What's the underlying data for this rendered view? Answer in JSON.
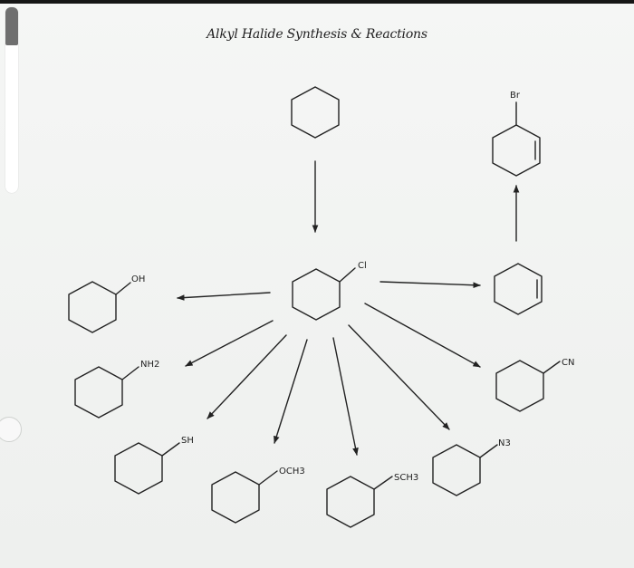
{
  "title": "Alkyl Halide Synthesis & Reactions",
  "substituents": {
    "bromo": "Br",
    "chloro": "Cl",
    "hydroxyl": "OH",
    "amine": "NH2",
    "thiol": "SH",
    "methoxy": "OCH3",
    "methylthio": "SCH3",
    "azide": "N3",
    "nitrile": "CN"
  },
  "colors": {
    "ink": "#222222",
    "background": "#f2f3f2"
  }
}
